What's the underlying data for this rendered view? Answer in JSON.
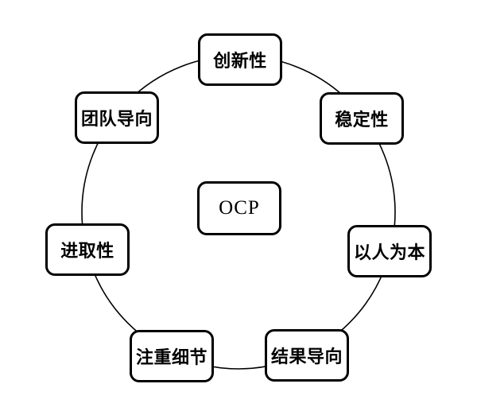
{
  "diagram": {
    "center_label": "OCP",
    "nodes": [
      {
        "id": "innovation",
        "label": "创新性"
      },
      {
        "id": "stability",
        "label": "稳定性"
      },
      {
        "id": "people-oriented",
        "label": "以人为本"
      },
      {
        "id": "results-oriented",
        "label": "结果导向"
      },
      {
        "id": "attention-to-detail",
        "label": "注重细节"
      },
      {
        "id": "enterprising",
        "label": "进取性"
      },
      {
        "id": "team-oriented",
        "label": "团队导向"
      }
    ],
    "colors": {
      "line": "#000000",
      "box_border": "#000000",
      "box_fill": "#ffffff",
      "background": "#ffffff"
    }
  }
}
